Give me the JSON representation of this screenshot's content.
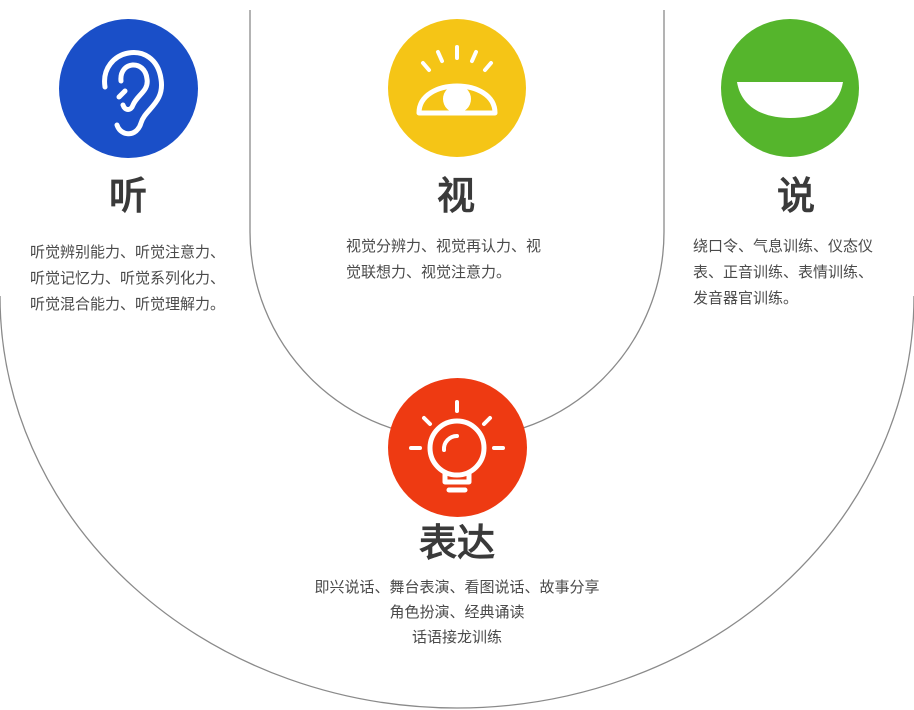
{
  "sections": {
    "listen": {
      "title": "听",
      "color": "#1a4fc8",
      "icon": "ear-icon",
      "lines": [
        "听觉辨别能力、听觉注意力、",
        "听觉记忆力、听觉系列化力、",
        "听觉混合能力、听觉理解力。"
      ]
    },
    "see": {
      "title": "视",
      "color": "#f5c516",
      "icon": "eye-icon",
      "lines": [
        "视觉分辨力、视觉再认力、视",
        "觉联想力、视觉注意力。"
      ]
    },
    "speak": {
      "title": "说",
      "color": "#55b52c",
      "icon": "mouth-icon",
      "lines": [
        "绕口令、气息训练、仪态仪",
        "表、正音训练、表情训练、",
        "发音器官训练。"
      ]
    },
    "express": {
      "title": "表达",
      "color": "#ee3a12",
      "icon": "lightbulb-icon",
      "lines": [
        "即兴说话、舞台表演、看图说话、故事分享",
        "角色扮演、经典诵读",
        "话语接龙训练"
      ]
    }
  },
  "line_color": "#8a8a8a"
}
